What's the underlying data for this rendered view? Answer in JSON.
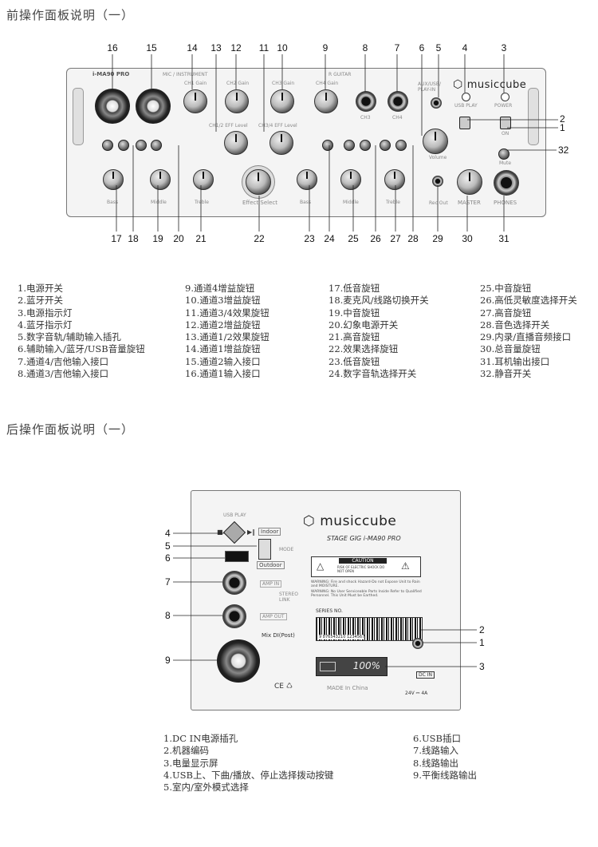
{
  "front": {
    "title": "前操作面板说明（一）",
    "brand": "musiccube",
    "model": "i-MA90 PRO",
    "labels": {
      "mic": "MIC / INSTRUMENT",
      "guitar": "R GUITAR",
      "aux": "AUX/USB/ PLAY-IN",
      "usb_play": "USB PLAY",
      "power": "POWER",
      "on": "ON",
      "mute": "Mute",
      "volume": "Volume",
      "effect": "Effect Select",
      "master": "MASTER",
      "phones": "PHONES",
      "rec": "Rec Out",
      "ch1gain": "CH1 Gain",
      "ch2gain": "CH2 Gain",
      "ch3gain": "CH3 Gain",
      "ch4gain": "CH4 Gain",
      "ch3": "CH3",
      "ch4": "CH4",
      "ch12eff": "CH1/2 EFF Level",
      "ch34eff": "CH3/4 EFF Level",
      "bass": "Bass",
      "middle": "Middle",
      "treble": "Treble"
    },
    "top_numbers": [
      "16",
      "15",
      "14",
      "13",
      "12",
      "11",
      "10",
      "9",
      "8",
      "7",
      "6",
      "5",
      "4",
      "3"
    ],
    "bottom_numbers": [
      "17",
      "18",
      "19",
      "20",
      "21",
      "22",
      "23",
      "24",
      "25",
      "26",
      "27",
      "28",
      "29",
      "30",
      "31"
    ],
    "right_numbers": [
      "2",
      "1",
      "32"
    ],
    "legend": [
      [
        "1.电源开关",
        "2.蓝牙开关",
        "3.电源指示灯",
        "4.蓝牙指示灯",
        "5.数字音轨/辅助输入插孔",
        "6.辅助输入/蓝牙/USB音量旋钮",
        "7.通道4/吉他输入接口",
        "8.通道3/吉他输入接口"
      ],
      [
        "9.通道4增益旋钮",
        "10.通道3增益旋钮",
        "11.通道3/4效果旋钮",
        "12.通道2增益旋钮",
        "13.通道1/2效果旋钮",
        "14.通道1增益旋钮",
        "15.通道2输入接口",
        "16.通道1输入接口"
      ],
      [
        "17.低音旋钮",
        "18.麦克风/线路切换开关",
        "19.中音旋钮",
        "20.幻象电源开关",
        "21.高音旋钮",
        "22.效果选择旋钮",
        "23.低音旋钮",
        "24.数字音轨选择开关"
      ],
      [
        "25.中音旋钮",
        "26.高低灵敏度选择开关",
        "27.高音旋钮",
        "28.音色选择开关",
        "29.内录/直播音频接口",
        "30.总音量旋钮",
        "31.耳机输出接口",
        "32.静音开关"
      ]
    ]
  },
  "rear": {
    "title": "后操作面板说明（一）",
    "brand": "musiccube",
    "model": "STAGE GIG i-MA90 PRO",
    "labels": {
      "usb_play": "USB PLAY",
      "indoor": "Indoor",
      "outdoor": "Outdoor",
      "mode": "MODE",
      "amp_in": "AMP IN",
      "amp_out": "AMP OUT",
      "stereo_link": "STEREO LINK",
      "mix_di": "Mix DI(Post)",
      "caution": "CAUTION",
      "caution_sub": "RISK OF ELECTRIC SHOCK DO NOT OPEN",
      "warning1": "WARNING: Fire and shock Hazard-Do not Expose Unit to Rain and MOISTURE.",
      "warning2": "WARNING: No User Serviceable Parts Inside Refer to Qualified Personnel. This Unit Must be Earthed.",
      "series": "SERIES NO.",
      "barcode": "9 876543210 1234567",
      "battery": "100%",
      "made_in": "MADE In China",
      "dc_in": "DC IN",
      "power_rating": "24V ⎓ 4A",
      "ce": "CE ♺"
    },
    "left_numbers": [
      "4",
      "5",
      "6",
      "7",
      "8",
      "9"
    ],
    "right_numbers": [
      "2",
      "1",
      "3"
    ],
    "legend": [
      [
        "1.DC IN电源插孔",
        "2.机器编码",
        "3.电量显示屏",
        "4.USB上、下曲/播放、停止选择拨动按键",
        "5.室内/室外模式选择"
      ],
      [
        "6.USB插口",
        "7.线路输入",
        "8.线路输出",
        "9.平衡线路输出"
      ]
    ]
  }
}
